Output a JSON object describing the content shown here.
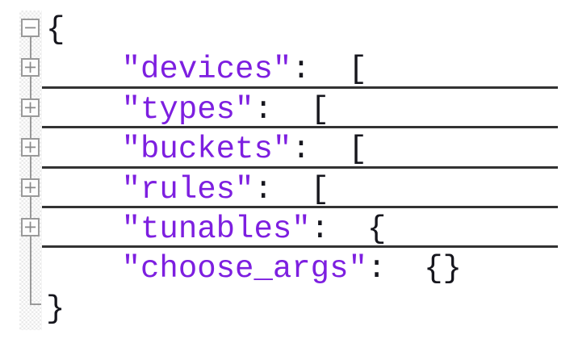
{
  "view": {
    "type": "code-editor-json-folded",
    "background": "#ffffff"
  },
  "colors": {
    "key_text": "#7d1fe0",
    "punctuation_text": "#16161d",
    "fold_separator": "#333333",
    "fold_margin_border": "#9a9a9a",
    "fold_glyph": "#8a8a8a"
  },
  "fold_margin": {
    "collapse_glyph": "−",
    "expand_glyph": "+"
  },
  "lines": [
    {
      "indent": "",
      "key": "",
      "sep": "",
      "bracket": "{",
      "fold": "expanded"
    },
    {
      "indent": "    ",
      "key": "\"devices\"",
      "sep": ":  ",
      "bracket": "[",
      "fold": "collapsed"
    },
    {
      "indent": "    ",
      "key": "\"types\"",
      "sep": ":  ",
      "bracket": "[",
      "fold": "collapsed"
    },
    {
      "indent": "    ",
      "key": "\"buckets\"",
      "sep": ":  ",
      "bracket": "[",
      "fold": "collapsed"
    },
    {
      "indent": "    ",
      "key": "\"rules\"",
      "sep": ":  ",
      "bracket": "[",
      "fold": "collapsed"
    },
    {
      "indent": "    ",
      "key": "\"tunables\"",
      "sep": ":  ",
      "bracket": "{",
      "fold": "collapsed"
    },
    {
      "indent": "    ",
      "key": "\"choose_args\"",
      "sep": ":  ",
      "bracket": "{}",
      "fold": "none"
    },
    {
      "indent": "",
      "key": "",
      "sep": "",
      "bracket": "}",
      "fold": "end"
    }
  ]
}
